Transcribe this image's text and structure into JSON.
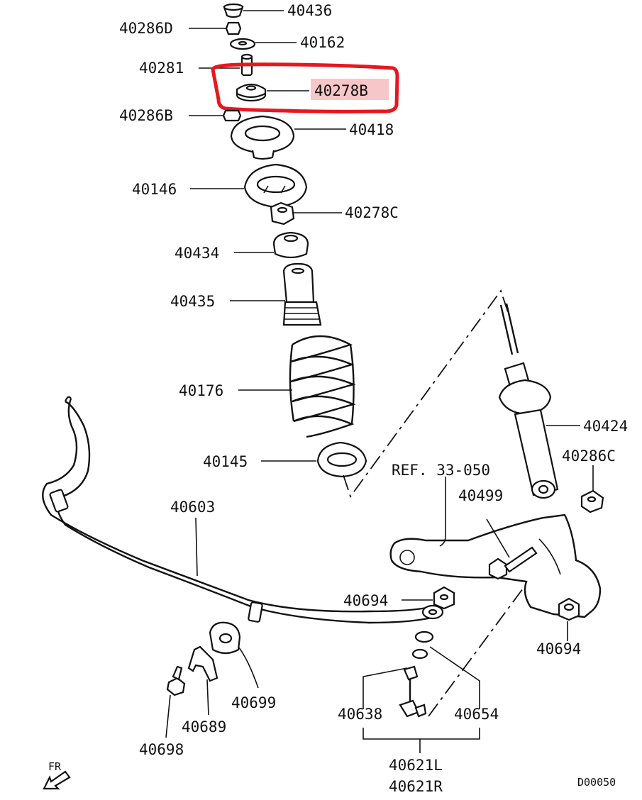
{
  "colors": {
    "ink": "#111111",
    "highlight_box": "#e8171e",
    "highlight_fill": "#f7c6c8"
  },
  "labels": {
    "p40436": "40436",
    "p40286D": "40286D",
    "p40162": "40162",
    "p40281": "40281",
    "p40278B": "40278B",
    "p40286B": "40286B",
    "p40418": "40418",
    "p40146": "40146",
    "p40278C": "40278C",
    "p40434": "40434",
    "p40435": "40435",
    "p40176": "40176",
    "p40145": "40145",
    "p40424": "40424",
    "p40286C": "40286C",
    "ref": "REF. 33-050",
    "p40499": "40499",
    "p40603": "40603",
    "p40694a": "40694",
    "p40694b": "40694",
    "p40699": "40699",
    "p40689": "40689",
    "p40698": "40698",
    "p40638": "40638",
    "p40654": "40654",
    "p40621L": "40621L",
    "p40621R": "40621R",
    "fr": "FR",
    "code": "D00050"
  }
}
